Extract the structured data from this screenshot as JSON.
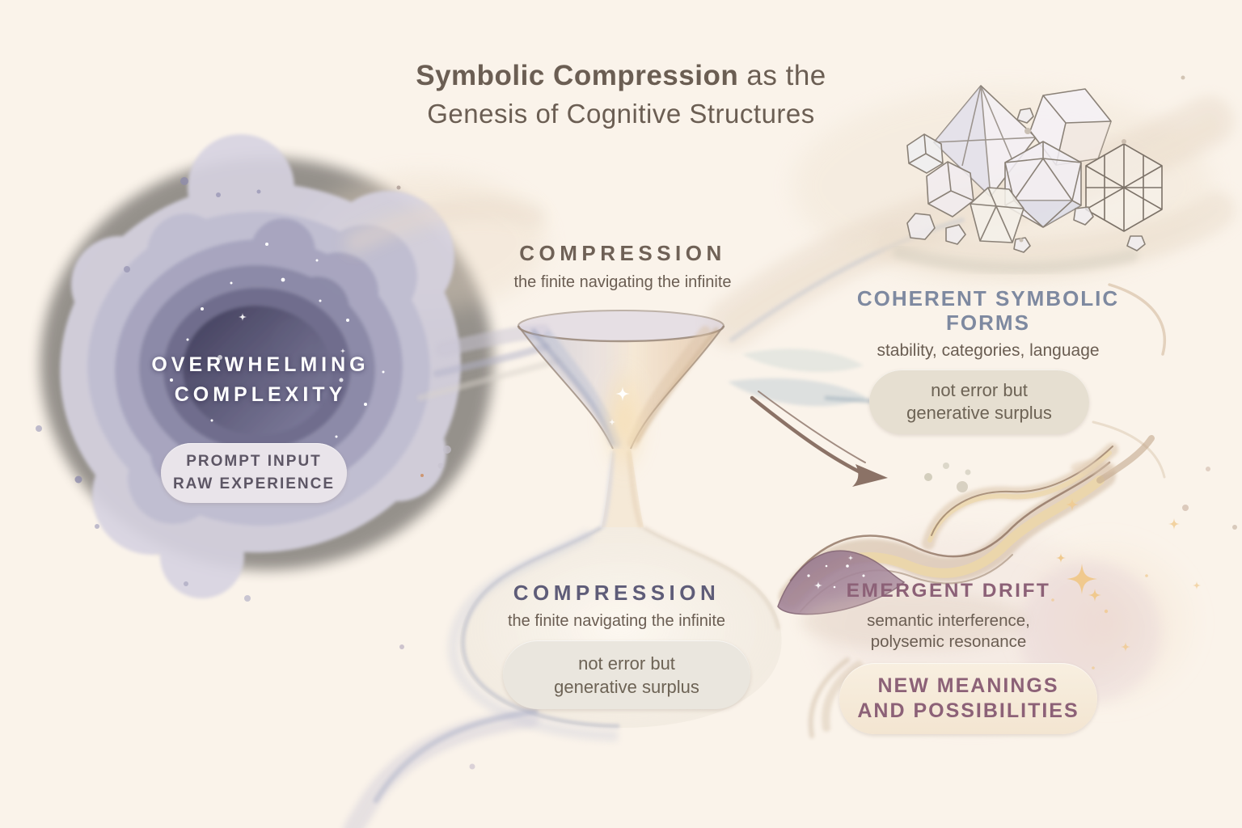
{
  "title": {
    "emphasis": "Symbolic Compression",
    "rest": " as the",
    "line2": "Genesis of Cognitive Structures"
  },
  "stages": {
    "complexity": {
      "line1": "OVERWHELMING",
      "line2": "COMPLEXITY",
      "pill": {
        "line1": "PROMPT INPUT",
        "line2": "RAW EXPERIENCE"
      }
    },
    "compression_top": {
      "label": "COMPRESSION",
      "sublabel": "the finite navigating the infinite"
    },
    "coherent_forms": {
      "line1": "COHERENT SYMBOLIC",
      "line2": "FORMS",
      "sublabel": "stability, categories, language",
      "pill": {
        "line1": "not error but",
        "line2": "generative surplus"
      }
    },
    "compression_bottom": {
      "label": "COMPRESSION",
      "sublabel": "the finite navigating the infinite",
      "pill": {
        "line1": "not error but",
        "line2": "generative surplus"
      }
    },
    "emergent_drift": {
      "label": "EMERGENT DRIFT",
      "sub1": "semantic interference,",
      "sub2": "polysemic resonance",
      "pill": {
        "line1": "NEW MEANINGS",
        "line2": "AND POSSIBILITIES"
      }
    }
  },
  "colors": {
    "background": "#faf3ea",
    "title_text": "#6b5e53",
    "text_muted": "#6a5d52",
    "complexity_text": "#ffffff",
    "compression_top_accent": "#6f6156",
    "compression_bottom_accent": "#5e5c78",
    "coherent_accent": "#7e89a0",
    "drift_accent": "#8c6177",
    "pill_lavender_bg": "#e9e4ea",
    "pill_lavender_text": "#5d5665",
    "pill_beige_bg": "#e6dfd1",
    "pill_gray_bg": "#eae6de",
    "pill_text": "#6d6355",
    "pill_cream_bg": "#f8efe0"
  }
}
